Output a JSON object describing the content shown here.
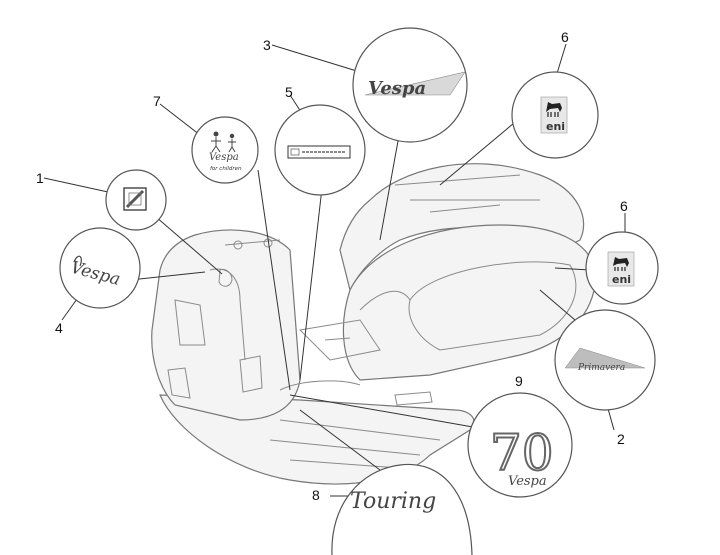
{
  "parts": [
    {
      "number": "1",
      "kind": "square decal"
    },
    {
      "number": "2",
      "kind": "script badge",
      "text": "Primavera"
    },
    {
      "number": "3",
      "kind": "script badge",
      "text": "Vespa"
    },
    {
      "number": "4",
      "kind": "script badge",
      "text": "Vespa"
    },
    {
      "number": "5",
      "kind": "label plate"
    },
    {
      "number": "6",
      "kind": "brand decal",
      "text": "eni"
    },
    {
      "number": "7",
      "kind": "emblem",
      "text": "Vespa",
      "subtext": "for children"
    },
    {
      "number": "8",
      "kind": "script badge",
      "text": "Touring"
    },
    {
      "number": "9",
      "kind": "anniversary emblem",
      "text": "70",
      "subtext": "Vespa"
    }
  ],
  "icons": [
    "scooter-outline",
    "six-legged-dog-logo"
  ],
  "colors": {
    "line": "#555555",
    "eni_yellow": "#f2d500",
    "badge_grey": "#9a9a9a"
  }
}
